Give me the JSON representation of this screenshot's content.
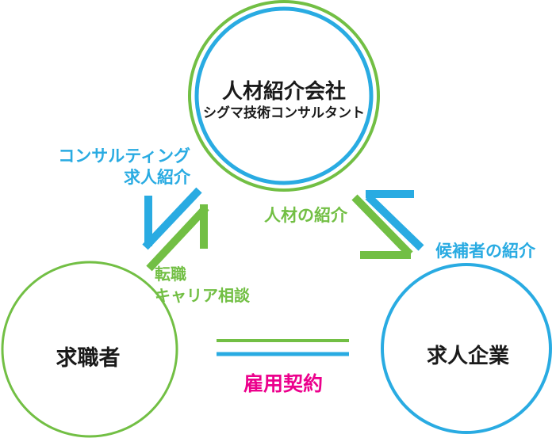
{
  "colors": {
    "green": "#72BF44",
    "blue": "#29ABE2",
    "pink": "#EC008C",
    "ink": "#1a1a1a"
  },
  "diagram": {
    "agency": {
      "title": "人材紹介会社",
      "subtitle": "シグマ技術コンサルタント"
    },
    "job_seeker": {
      "label": "求職者"
    },
    "hiring_company": {
      "label": "求人企業"
    },
    "flows": {
      "consulting": {
        "line1": "コンサルティング",
        "line2": "求人紹介"
      },
      "career": {
        "line1": "転職",
        "line2": "キャリア相談"
      },
      "talent_intro": "人材の紹介",
      "candidate_intro": "候補者の紹介",
      "employment_contract": "雇用契約"
    }
  }
}
